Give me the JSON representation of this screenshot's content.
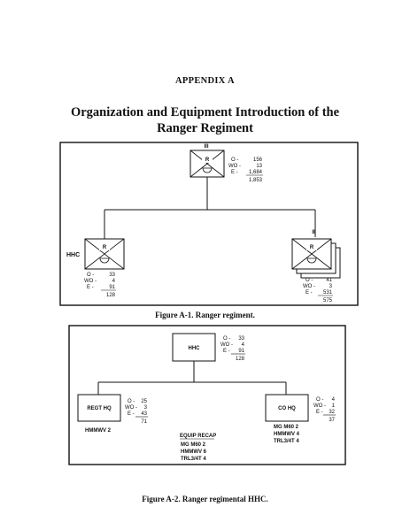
{
  "header": {
    "appendix": "APPENDIX A",
    "title_line1": "Organization and Equipment Introduction of the",
    "title_line2": "Ranger Regiment"
  },
  "figure1": {
    "caption": "Figure A-1. Ranger regiment.",
    "top_unit": {
      "size": "III",
      "echelon": "R",
      "strength": {
        "o_label": "O -",
        "o": "156",
        "wo_label": "WO -",
        "wo": "13",
        "e_label": "E -",
        "e": "1,684",
        "total": "1,853"
      }
    },
    "left_unit": {
      "label": "HHC",
      "echelon": "R",
      "strength": {
        "o_label": "O -",
        "o": "33",
        "wo_label": "WO -",
        "wo": "4",
        "e_label": "E -",
        "e": "91",
        "total": "128"
      }
    },
    "right_unit": {
      "size": "II",
      "echelon": "R",
      "strength": {
        "o_label": "O -",
        "o": "41",
        "wo_label": "WO -",
        "wo": "3",
        "e_label": "E -",
        "e": "531",
        "total": "575"
      }
    }
  },
  "figure2": {
    "caption": "Figure A-2. Ranger regimental HHC.",
    "hhc": {
      "label": "HHC",
      "strength": {
        "o_label": "O -",
        "o": "33",
        "wo_label": "WO -",
        "wo": "4",
        "e_label": "E -",
        "e": "91",
        "total": "128"
      }
    },
    "regt_hq": {
      "label": "REGT HQ",
      "strength": {
        "o_label": "O -",
        "o": "25",
        "wo_label": "WO -",
        "wo": "3",
        "e_label": "E -",
        "e": "43",
        "total": "71"
      },
      "equipment": "HMMWV 2"
    },
    "co_hq": {
      "label": "CO HQ",
      "strength": {
        "o_label": "O -",
        "o": "4",
        "wo_label": "WO -",
        "wo": "1",
        "e_label": "E -",
        "e": "32",
        "total": "37"
      },
      "equipment": [
        "MG M60   2",
        "HMMWV   4",
        "TRL3/4T   4"
      ]
    },
    "recap": {
      "title": "EQUIP RECAP",
      "items": [
        "MG M60   2",
        "HMMWV   6",
        "TRL3/4T   4"
      ]
    }
  }
}
